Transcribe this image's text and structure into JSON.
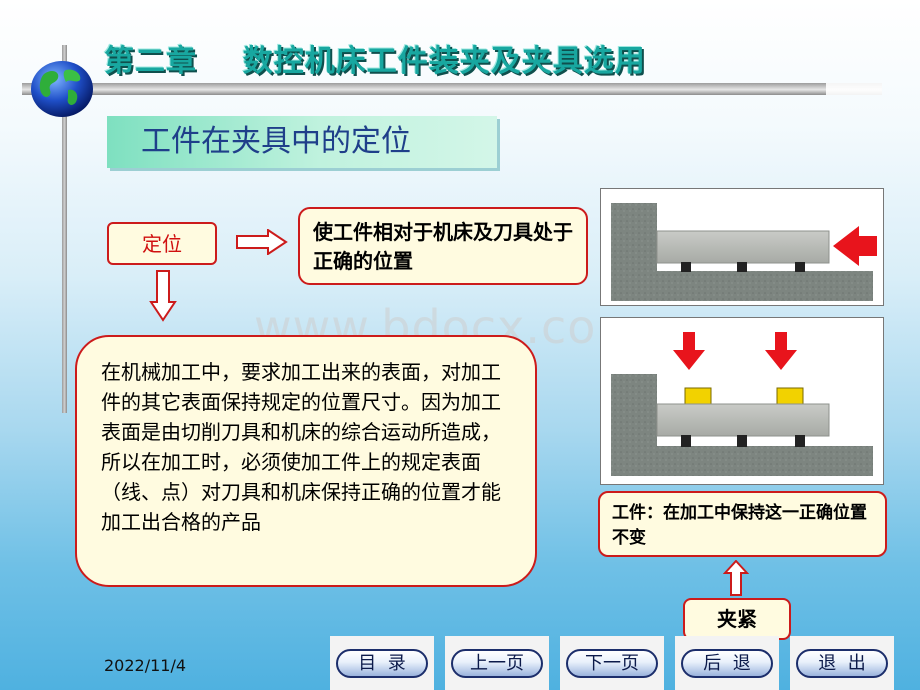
{
  "header": {
    "chapter_title": "第二章    数控机床工件装夹及夹具选用",
    "section_title": "工件在夹具中的定位"
  },
  "concepts": {
    "positioning_label": "定位",
    "positioning_definition": "使工件相对于机床及刀具处于正确的位置",
    "explanation": "在机械加工中，要求加工出来的表面，对加工件的其它表面保持规定的位置尺寸。因为加工表面是由切削刀具和机床的综合运动所造成，所以在加工时，必须使加工件上的规定表面（线、点）对刀具和机床保持正确的位置才能加工出合格的产品",
    "clamping_definition": "工件：在加工中保持这一正确位置不变",
    "clamping_label": "夹紧"
  },
  "watermark": "www.bdocx.com",
  "footer": {
    "date": "2022/11/4"
  },
  "nav": {
    "toc": "目  录",
    "prev": "上一页",
    "next": "下一页",
    "back": "后  退",
    "exit": "退  出"
  },
  "colors": {
    "title_teal": "#18a7a0",
    "section_blue": "#1f3f8a",
    "box_border_red": "#cc1b1b",
    "box_fill": "#fffbe0",
    "force_arrow_red": "#e8141c",
    "clamp_pad_yellow": "#f2d200"
  },
  "icons": [
    "globe-icon",
    "hollow-arrow-right-icon",
    "hollow-arrow-down-icon",
    "hollow-arrow-up-icon",
    "force-arrow-left-icon",
    "force-arrow-down-icon"
  ]
}
